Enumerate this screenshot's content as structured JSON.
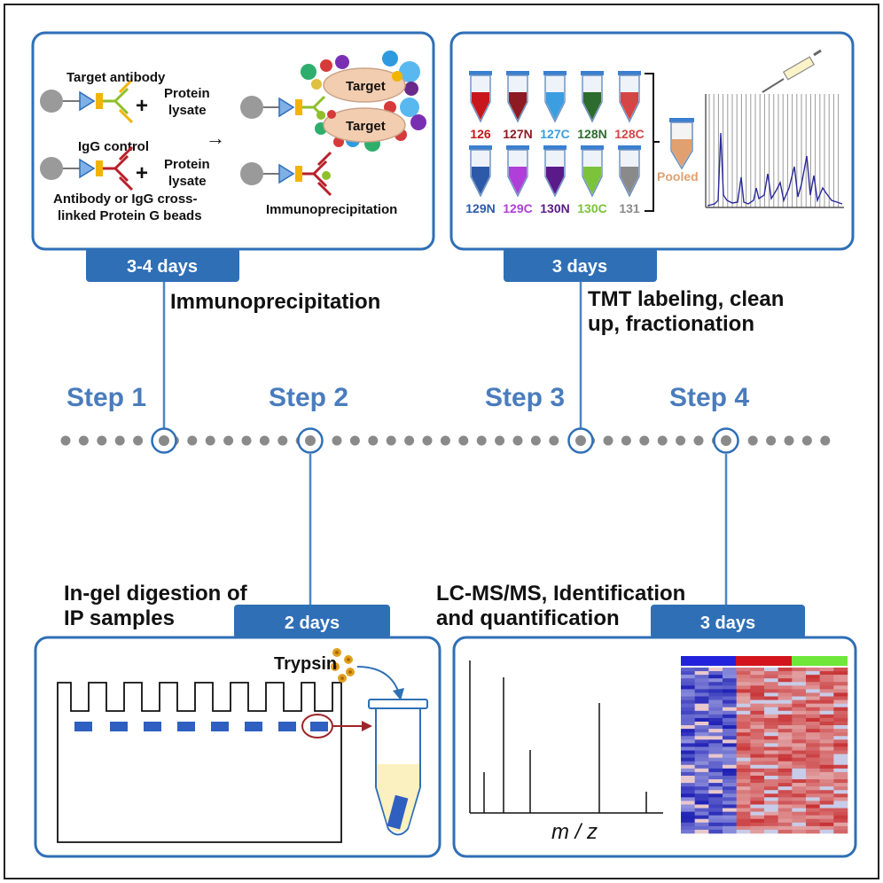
{
  "steps": [
    {
      "label": "Step 1",
      "duration": "3-4 days",
      "description": [
        "Immunoprecipitation"
      ]
    },
    {
      "label": "Step 2",
      "duration": "2 days",
      "description": [
        "In-gel digestion of",
        "IP samples"
      ]
    },
    {
      "label": "Step 3",
      "duration": "3 days",
      "description": [
        "TMT labeling, clean",
        "up, fractionation"
      ]
    },
    {
      "label": "Step 4",
      "duration": "3 days",
      "description": [
        "LC-MS/MS, Identification",
        "and quantification"
      ]
    }
  ],
  "panel_ip": {
    "target_antibody": "Target antibody",
    "plus": "+",
    "protein_lysate": [
      "Protein",
      "lysate"
    ],
    "igg_control": "IgG control",
    "beads_caption": [
      "Antibody or IgG cross-",
      "linked Protein G beads"
    ],
    "target": "Target",
    "result_caption": "Immunoprecipitation",
    "arrow": "→"
  },
  "panel_tmt": {
    "tubes": [
      {
        "label": "126",
        "color": "#c8161d"
      },
      {
        "label": "127N",
        "color": "#8e1a22"
      },
      {
        "label": "127C",
        "color": "#3a9ee0"
      },
      {
        "label": "128N",
        "color": "#2e6b2e"
      },
      {
        "label": "128C",
        "color": "#d64545"
      },
      {
        "label": "129N",
        "color": "#2d5aa8"
      },
      {
        "label": "129C",
        "color": "#b03ed8"
      },
      {
        "label": "130N",
        "color": "#5a1a8a"
      },
      {
        "label": "130C",
        "color": "#7cc23a"
      },
      {
        "label": "131",
        "color": "#8a8a8a"
      }
    ],
    "pooled": "Pooled",
    "pooled_color": "#e0a070"
  },
  "panel_gel": {
    "trypsin": "Trypsin"
  },
  "panel_ms": {
    "axis_label": "m / z",
    "heatmap_groups": [
      "#2222dd",
      "#d4141c",
      "#6ee83a"
    ]
  },
  "colors": {
    "accent": "#2f6fb6",
    "step_text": "#4a7cbc",
    "dot": "#8a8a8a"
  }
}
